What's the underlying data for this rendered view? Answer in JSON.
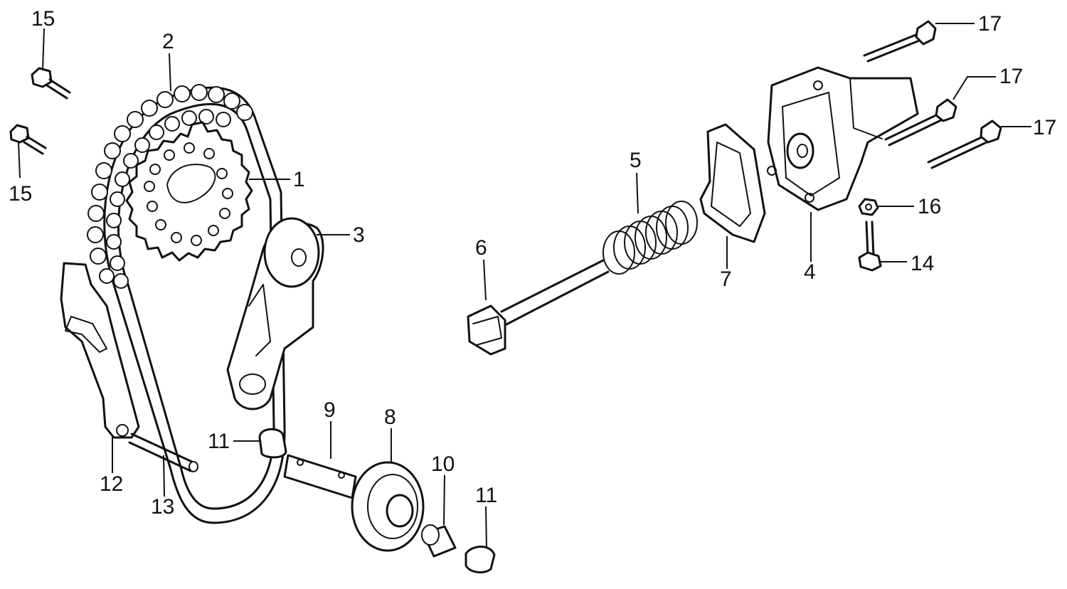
{
  "callouts": [
    {
      "id": "c1",
      "text": "1"
    },
    {
      "id": "c2",
      "text": "2"
    },
    {
      "id": "c3",
      "text": "3"
    },
    {
      "id": "c4",
      "text": "4"
    },
    {
      "id": "c5",
      "text": "5"
    },
    {
      "id": "c6",
      "text": "6"
    },
    {
      "id": "c7",
      "text": "7"
    },
    {
      "id": "c8",
      "text": "8"
    },
    {
      "id": "c9",
      "text": "9"
    },
    {
      "id": "c10",
      "text": "10"
    },
    {
      "id": "c11a",
      "text": "11"
    },
    {
      "id": "c11b",
      "text": "11"
    },
    {
      "id": "c12",
      "text": "12"
    },
    {
      "id": "c13",
      "text": "13"
    },
    {
      "id": "c14",
      "text": "14"
    },
    {
      "id": "c15a",
      "text": "15"
    },
    {
      "id": "c15b",
      "text": "15"
    },
    {
      "id": "c16",
      "text": "16"
    },
    {
      "id": "c17a",
      "text": "17"
    },
    {
      "id": "c17b",
      "text": "17"
    },
    {
      "id": "c17c",
      "text": "17"
    }
  ]
}
